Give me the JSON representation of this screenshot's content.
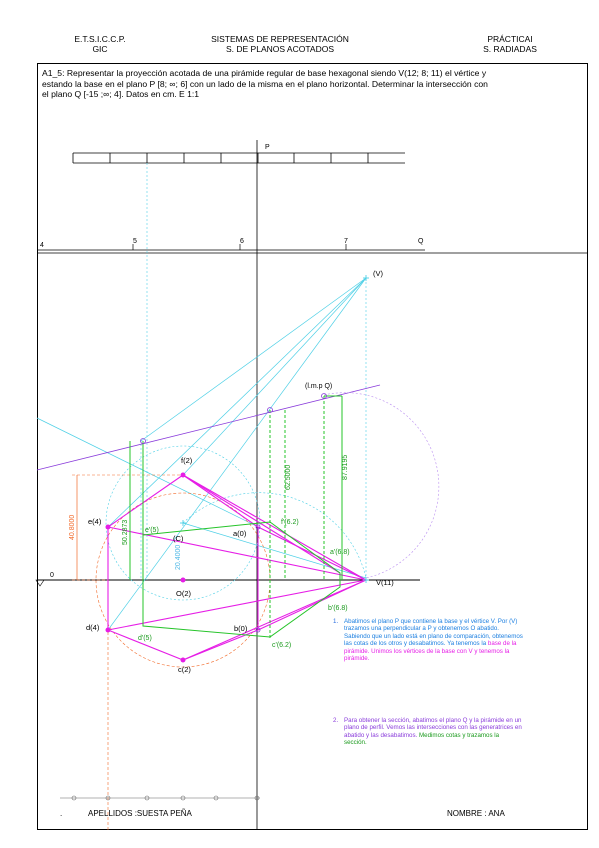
{
  "header": {
    "left_line1": "E.T.S.I.C.C.P.",
    "left_line2": "GIC",
    "center_line1": "SISTEMAS DE REPRESENTACIÓN",
    "center_line2": "S. DE PLANOS ACOTADOS",
    "right_line1": "PRÁCTICAI",
    "right_line2": "S. RADIADAS"
  },
  "statement": {
    "line1": "A1_5: Representar la proyección acotada de una pirámide regular de base hexagonal siendo V(12; 8; 11) el vértice y",
    "line2": "estando la base en el plano P [8; ∞; 6] con un lado de la misma en el plano horizontal.  Determinar la  intersección  con",
    "line3": "el  plano     Q [-15 ;∞; 4]. Datos en cm. E 1:1"
  },
  "drawing": {
    "scale_P_label": "P",
    "scale_Q_label": "Q",
    "q_ticks": [
      "4",
      "5",
      "6",
      "7"
    ],
    "zero_label": "0",
    "labels": {
      "V": "(V)",
      "V11": "V(11)",
      "lmpQ": "(l.m.p Q)",
      "f2": "f(2)",
      "e4": "e(4)",
      "d4": "d(4)",
      "c2": "c(2)",
      "b0": "b(0)",
      "a0": "a(0)",
      "O2": "O(2)",
      "C": "(C)",
      "e5": "e'(5)",
      "d5": "d'(5)",
      "f62": "f'(6.2)",
      "c62": "c'(6.2)",
      "a68": "a'(6.8)",
      "b68": "b'(6.8)"
    },
    "dims": [
      "40.8000",
      "50.2873",
      "20.4000",
      "62.5000",
      "87.9195"
    ]
  },
  "notes": {
    "n1_num": "1.",
    "n1_blue": "Abatimos el plano P que contiene la base y el vértice V. Por (V) trazamos una perpendicular a P y obtenemos O abatido. Sabiendo que un lado está en plano de comparación, obtenemos las cotas de los otros y desabatimos. Ya tenemos la",
    "n1_magenta": "base de la pirámide. Unimos los vértices de la base con V y tenemos la pirámide.",
    "n2_num": "2.",
    "n2_purple": "Para obtener la sección, abatimos el plano Q y la pirámide en un plano de perfil. Vemos las intersecciones con las generatrices en abatido y las desabatimos.",
    "n2_green": "Medimos cotas y trazamos la sección."
  },
  "footer": {
    "dot": ".",
    "surname": "APELLIDOS :SUESTA PEÑA",
    "name": "NOMBRE :  ANA"
  }
}
